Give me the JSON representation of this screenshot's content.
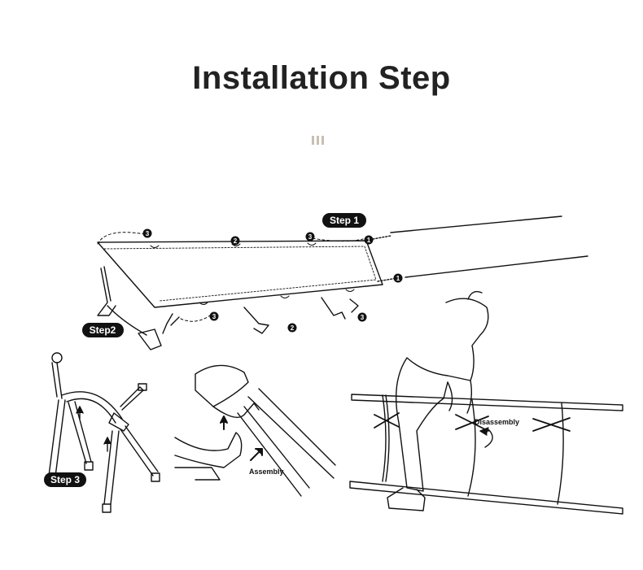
{
  "title": "Installation Step",
  "steps": {
    "step1": "Step 1",
    "step2": "Step2",
    "step3": "Step 3"
  },
  "markers": {
    "m1a": "1",
    "m1b": "1",
    "m2a": "2",
    "m2b": "2",
    "m3a": "3",
    "m3b": "3",
    "m3c": "3",
    "m3d": "3"
  },
  "labels": {
    "assembly": "Assembly",
    "disassembly": "Disassembly"
  },
  "colors": {
    "ink": "#111111",
    "decor": "#c9bfb2"
  }
}
